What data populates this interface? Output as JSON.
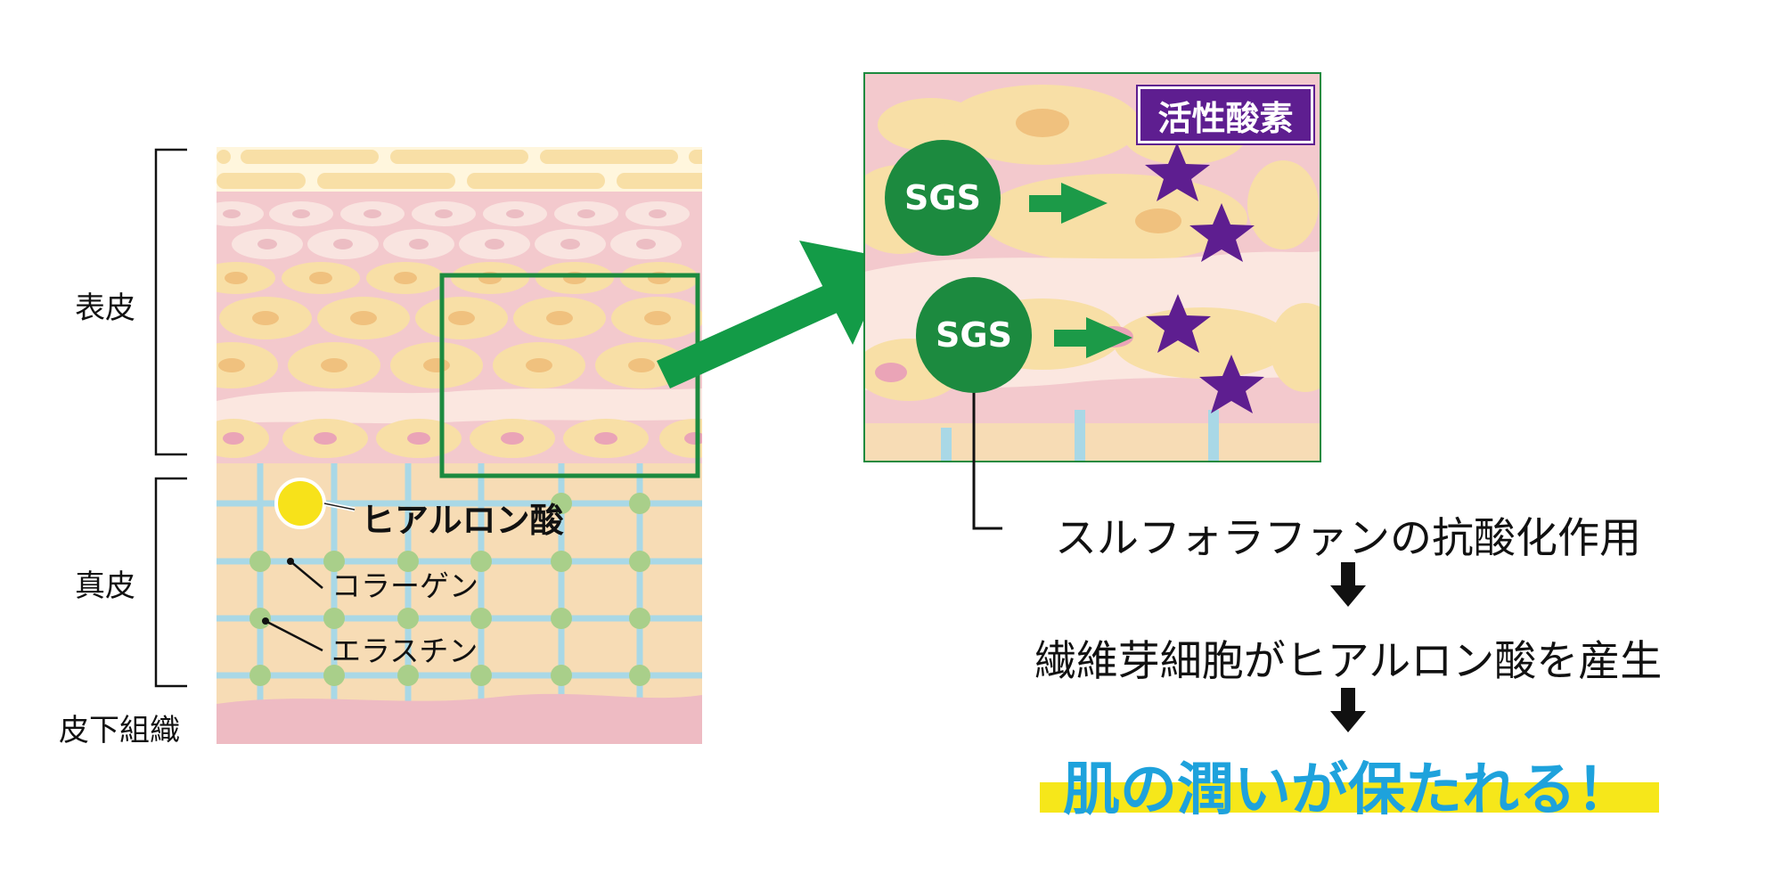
{
  "layers": {
    "epidermis": "表皮",
    "dermis": "真皮",
    "subcutaneous": "皮下組織"
  },
  "callouts": {
    "hyaluronic_acid": "ヒアルロン酸",
    "collagen": "コラーゲン",
    "elastin": "エラスチン"
  },
  "zoom": {
    "tag": "活性酸素",
    "molecules": [
      "SGS",
      "SGS"
    ]
  },
  "flow": {
    "step1": "スルフォラファンの抗酸化作用",
    "step2": "繊維芽細胞がヒアルロン酸を産生",
    "conclusion": "肌の潤いが保たれる！"
  },
  "colors": {
    "green": "#139b47",
    "dark_green": "#1c8a3f",
    "purple": "#5e1e90",
    "conclusion_blue": "#1ea2dc",
    "highlight_yellow": "#f6e71a",
    "skin_pink": "#f3c9cd",
    "cell_yellow": "#f8dfa6",
    "fiber_blue": "#a9d8e6",
    "fiber_node_green": "#a9cf8a",
    "hyaluronic_yellow": "#f7e21a"
  },
  "icons": [
    "star-icon",
    "arrow-right-icon",
    "arrow-down-icon"
  ]
}
